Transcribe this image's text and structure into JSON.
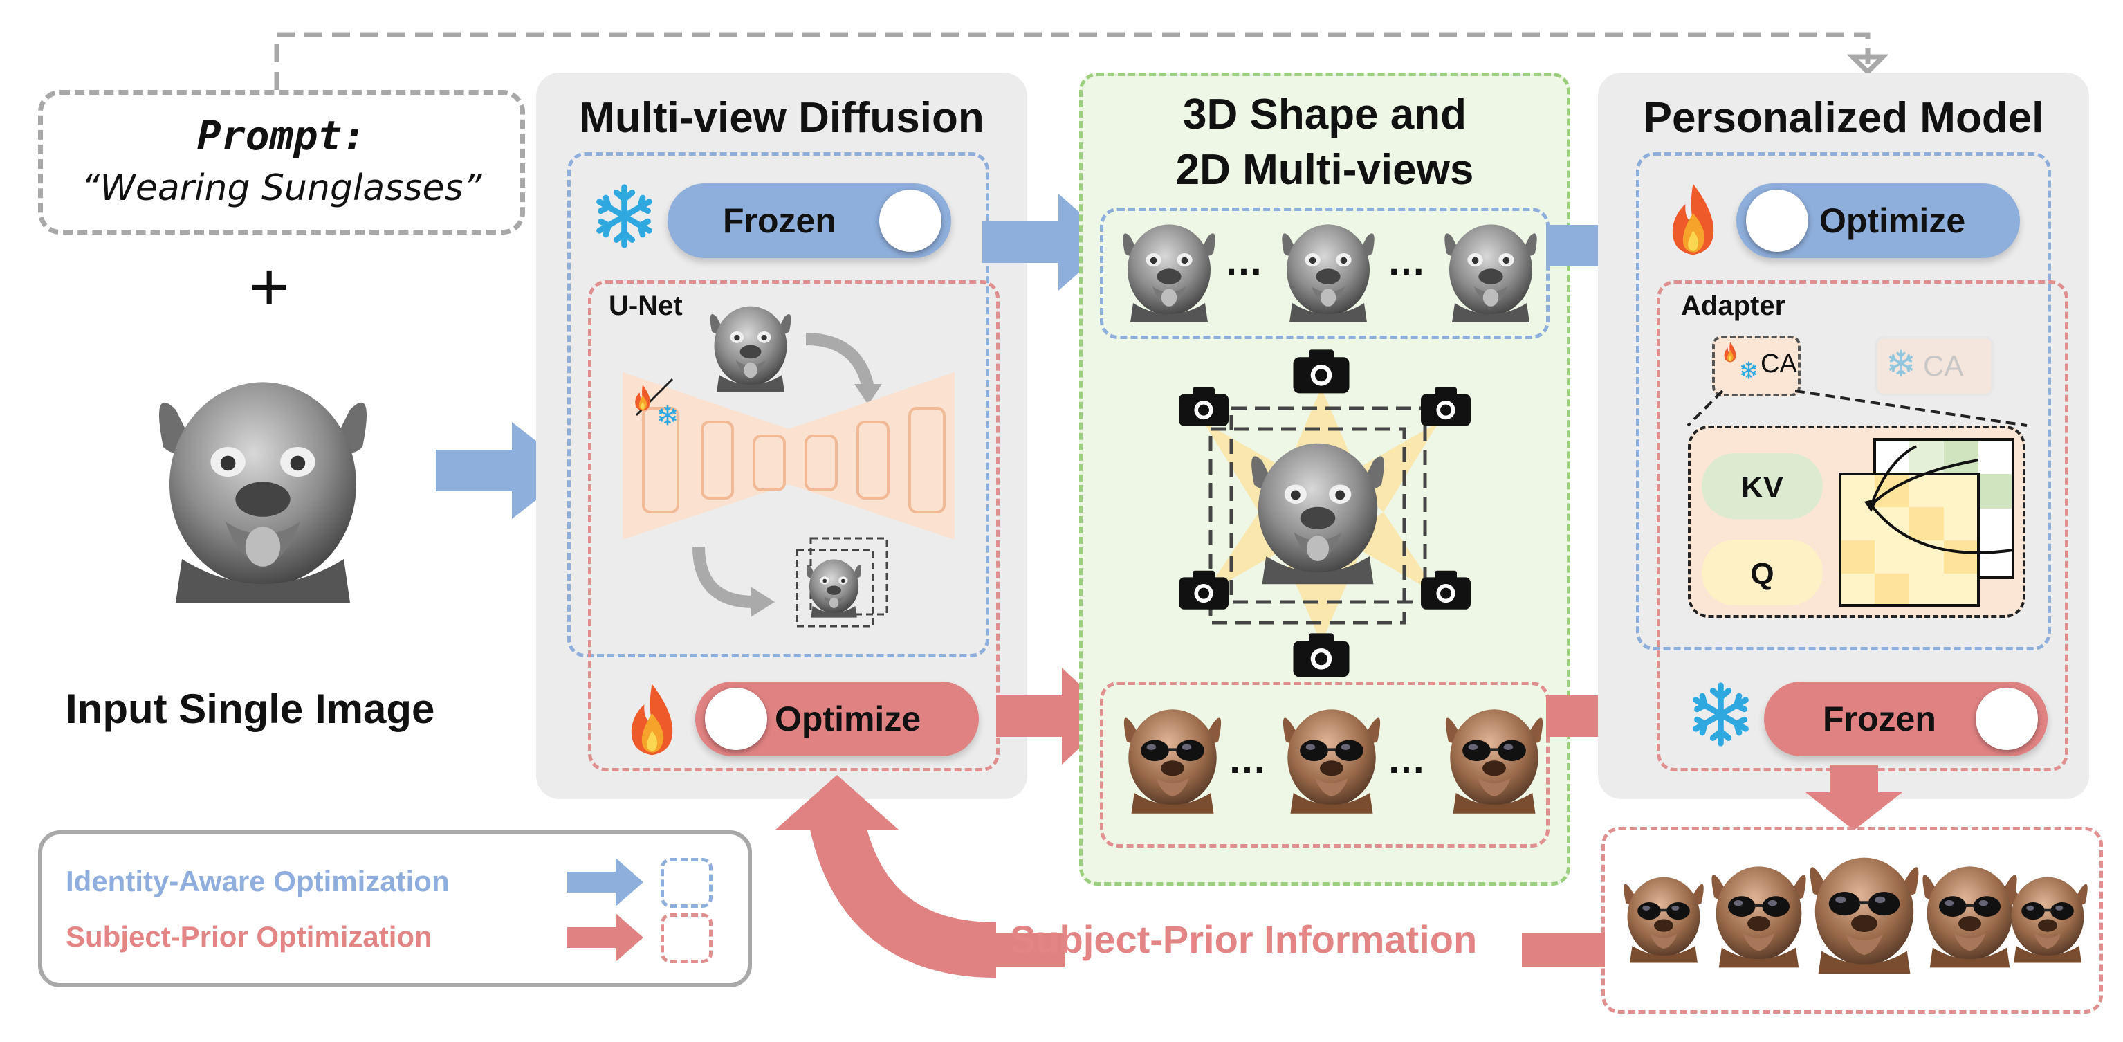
{
  "prompt": {
    "label": "Prompt:",
    "text": "“Wearing Sunglasses”"
  },
  "plus": "+",
  "input": {
    "label": "Input Single Image"
  },
  "multiview": {
    "title": "Multi-view Diffusion",
    "frozen_label": "Frozen",
    "unet_label": "U-Net",
    "optimize_label": "Optimize"
  },
  "shape": {
    "title_line1": "3D Shape and",
    "title_line2": "2D Multi-views",
    "ellipsis": "…"
  },
  "personalized": {
    "title": "Personalized Model",
    "optimize_label": "Optimize",
    "adapter_label": "Adapter",
    "ca_label": "CA",
    "ca_frozen_label": "CA",
    "kv_label": "KV",
    "q_label": "Q",
    "frozen_label": "Frozen"
  },
  "feedback": {
    "label": "Subject-Prior Information"
  },
  "legend": {
    "identity": "Identity-Aware Optimization",
    "subject": "Subject-Prior Optimization"
  },
  "colors": {
    "blue": "#8eaedb",
    "blue_text": "#8faedd",
    "red": "#e08282",
    "red_text": "#e38585",
    "green_bg": "#eef6e6",
    "panel_gray": "#ececec",
    "orange_unet": "#fbe1cf",
    "adapter_bg": "#fbe5d4",
    "kv_green": "#dcebcf",
    "q_yellow": "#fdf1c5",
    "fire": "#f26b3a",
    "snow": "#2fa8e0"
  },
  "icons": [
    "snowflake-icon",
    "fire-icon",
    "camera-icon",
    "dog-head-image"
  ]
}
